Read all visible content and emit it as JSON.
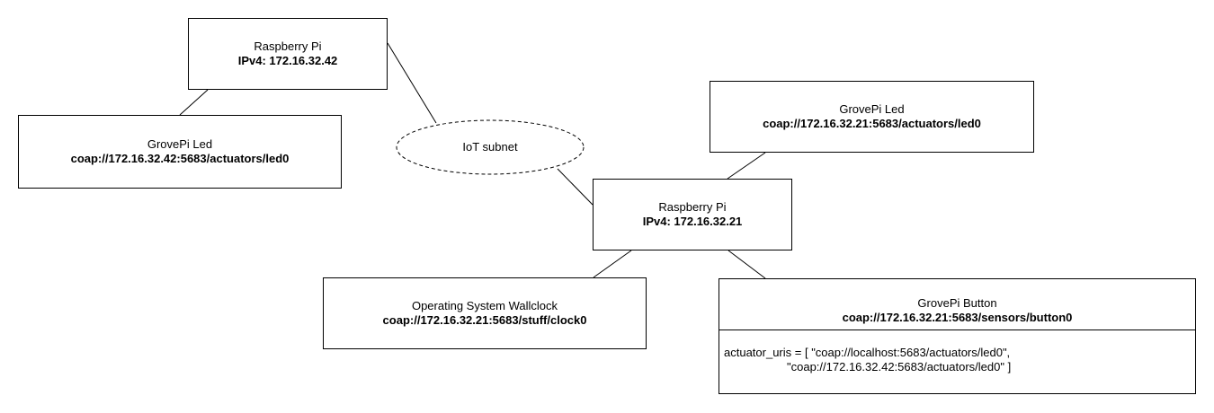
{
  "nodes": {
    "pi1": {
      "title": "Raspberry Pi",
      "addr": "IPv4: 172.16.32.42"
    },
    "led1": {
      "title": "GrovePi Led",
      "addr": "coap://172.16.32.42:5683/actuators/led0"
    },
    "led2": {
      "title": "GrovePi Led",
      "addr": "coap://172.16.32.21:5683/actuators/led0"
    },
    "pi2": {
      "title": "Raspberry Pi",
      "addr": "IPv4: 172.16.32.21"
    },
    "clock": {
      "title": "Operating System Wallclock",
      "addr": "coap://172.16.32.21:5683/stuff/clock0"
    },
    "button": {
      "title": "GrovePi Button",
      "addr": "coap://172.16.32.21:5683/sensors/button0",
      "attr_line1": "actuator_uris = [ \"coap://localhost:5683/actuators/led0\",",
      "attr_line2": "\"coap://172.16.32.42:5683/actuators/led0\" ]"
    }
  },
  "subnet": {
    "label": "IoT subnet"
  }
}
